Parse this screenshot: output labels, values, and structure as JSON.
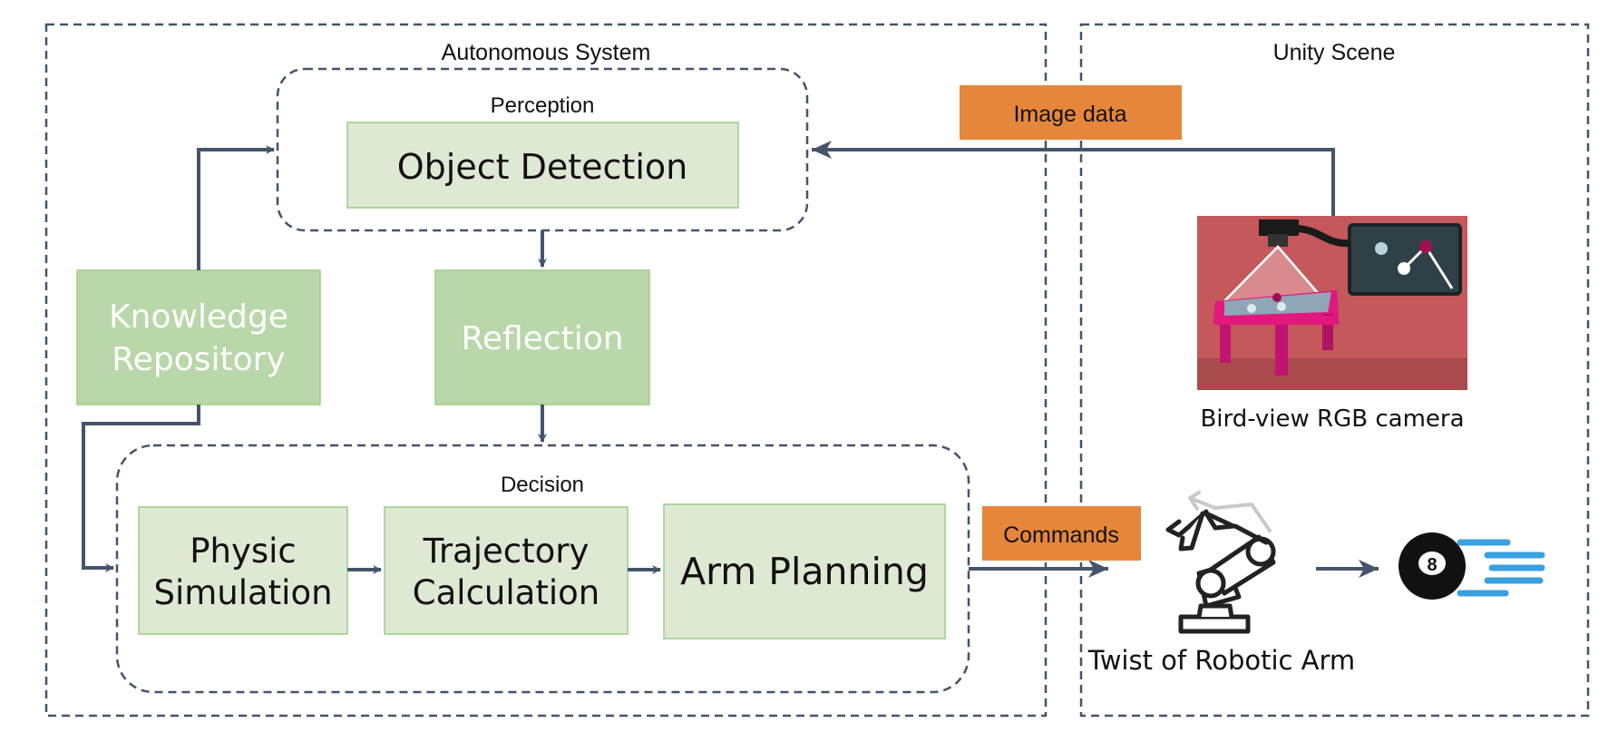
{
  "regions": {
    "autonomous_system": "Autonomous System",
    "unity_scene": "Unity Scene"
  },
  "perception": {
    "title": "Perception",
    "object_detection": "Object Detection"
  },
  "knowledge_repository": {
    "line1": "Knowledge",
    "line2": "Repository"
  },
  "reflection": "Reflection",
  "decision": {
    "title": "Decision",
    "physic_simulation": {
      "line1": "Physic",
      "line2": "Simulation"
    },
    "trajectory_calculation": {
      "line1": "Trajectory",
      "line2": "Calculation"
    },
    "arm_planning": "Arm Planning"
  },
  "tags": {
    "image_data": "Image data",
    "commands": "Commands"
  },
  "unity": {
    "camera_caption": "Bird-view RGB camera",
    "robot_caption": "Twist of Robotic Arm"
  },
  "icons": [
    "bird-view-camera-illustration",
    "robotic-arm-icon",
    "billiard-ball-icon"
  ],
  "colors": {
    "light_green": "#dde9d3",
    "medium_green": "#b9d7a8",
    "green_border": "#9fcc86",
    "orange_tag": "#e6863a",
    "connector": "#44546a",
    "dashed_border": "#44546a",
    "camera_bg": "#c4585a",
    "table_pink": "#e2187f",
    "ball_blue": "#3aa0e0"
  }
}
